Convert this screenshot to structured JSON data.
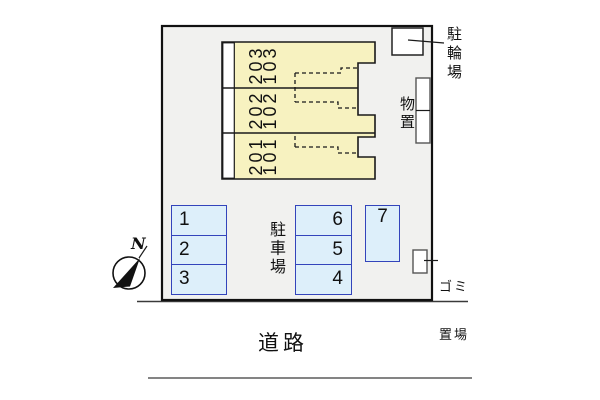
{
  "site_plan": {
    "building": {
      "units": [
        {
          "upper": "203",
          "lower": "103"
        },
        {
          "upper": "202",
          "lower": "102"
        },
        {
          "upper": "201",
          "lower": "101"
        }
      ]
    },
    "facilities": {
      "bicycle_parking_label": "駐輪場",
      "storage_label": "物置",
      "garbage_label_line1": "ゴミ",
      "garbage_label_line2": "置場"
    },
    "parking": {
      "area_label": "駐車場",
      "left_spaces": [
        "1",
        "2",
        "3"
      ],
      "right_spaces": [
        "6",
        "5",
        "4"
      ],
      "extra_space": "7"
    },
    "road_label": "道路",
    "compass_label": "N",
    "colors": {
      "building_fill": "#f7f2c0",
      "site_fill": "#f1f1ef",
      "parking_fill": "#ddeffa",
      "parking_border": "#3344bb",
      "line": "#1a1a1a"
    }
  }
}
